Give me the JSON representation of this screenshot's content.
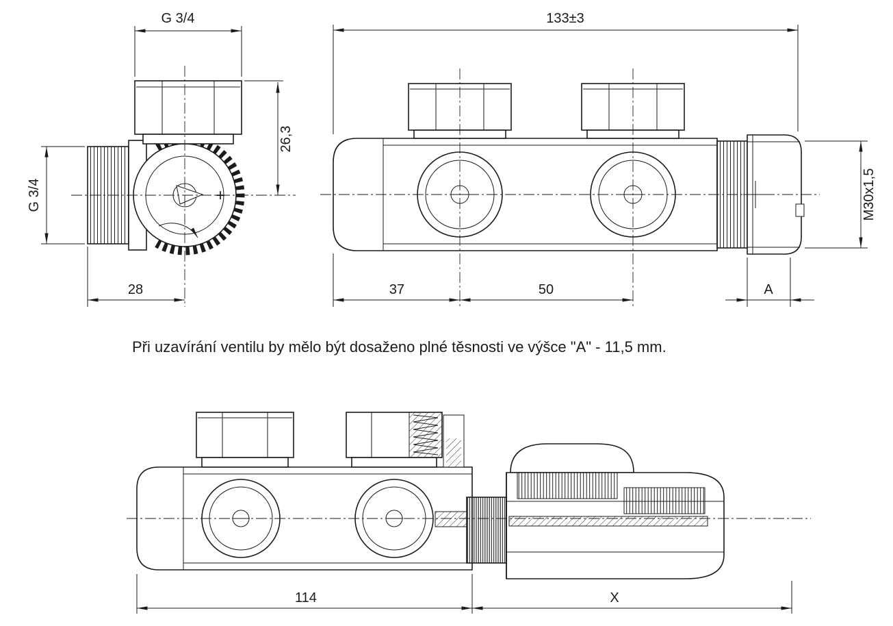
{
  "colors": {
    "ink": "#1b1b1b",
    "background": "#ffffff"
  },
  "note_text": "Při uzavírání ventilu by mělo být dosaženo plné těsnosti ve výšce \"A\" - 11,5 mm.",
  "top_left_view": {
    "thread_top": "G 3/4",
    "height_dim": "26,3",
    "thread_left": "G 3/4",
    "width_dim": "28",
    "plus_marking": "+"
  },
  "top_right_view": {
    "overall_width": "133±3",
    "thread_spec": "M30x1,5",
    "dim_left_to_first_port": "37",
    "dim_port_spacing": "50",
    "dim_closure_height": "A"
  },
  "bottom_view": {
    "body_width": "114",
    "head_length": "X"
  }
}
